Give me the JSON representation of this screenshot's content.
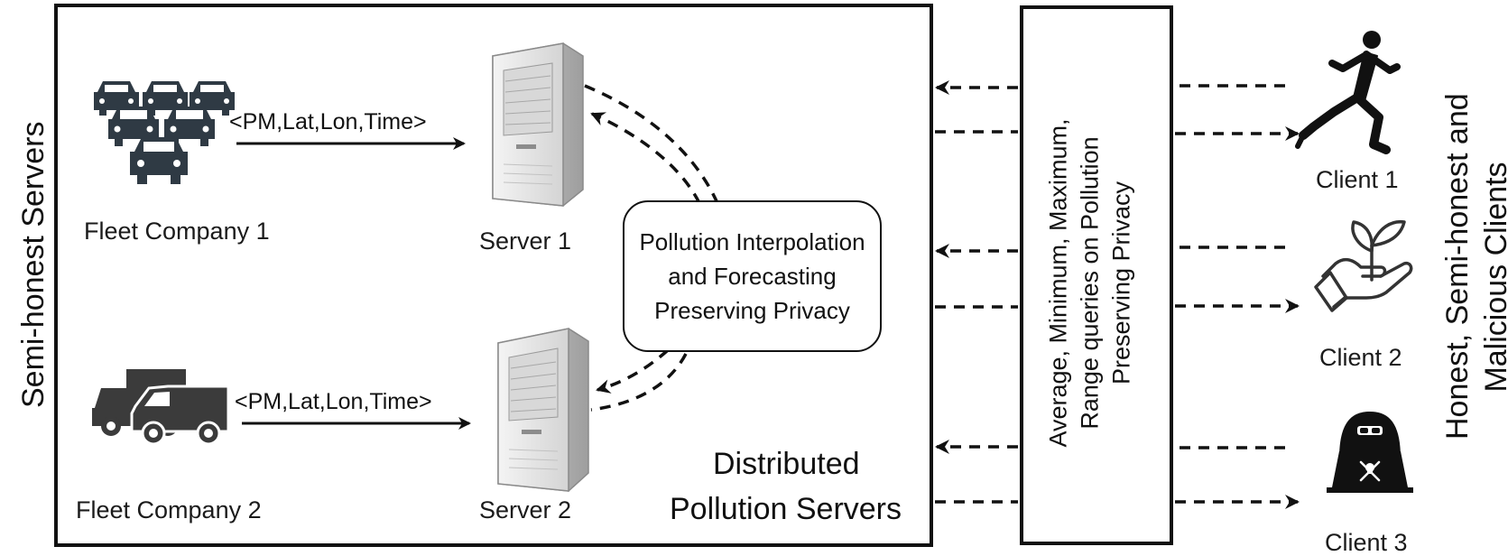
{
  "left_label": "Semi-honest Servers",
  "right_label_line1": "Honest, Semi-honest and",
  "right_label_line2": "Malicious Clients",
  "fleet1": {
    "label": "Fleet Company 1",
    "tuple": "<PM,Lat,Lon,Time>"
  },
  "fleet2": {
    "label": "Fleet Company 2",
    "tuple": "<PM,Lat,Lon,Time>"
  },
  "server1": "Server 1",
  "server2": "Server 2",
  "center_box": {
    "line1": "Pollution Interpolation",
    "line2": "and  Forecasting",
    "line3": "Preserving Privacy"
  },
  "distributed_line1": "Distributed",
  "distributed_line2": "Pollution Servers",
  "query_box": {
    "line1": "Average, Minimum, Maximum,",
    "line2": "Range queries on Pollution",
    "line3": "Preserving Privacy"
  },
  "clients": [
    "Client 1",
    "Client 2",
    "Client 3"
  ],
  "icons": [
    "car-icon",
    "truck-icon",
    "server-icon",
    "runner-icon",
    "plant-hand-icon",
    "hacker-icon"
  ],
  "colors": {
    "vehicle": "#2f3a44",
    "server_light": "#e6e6e6",
    "server_dark": "#b9b9b9",
    "line": "#111111"
  }
}
